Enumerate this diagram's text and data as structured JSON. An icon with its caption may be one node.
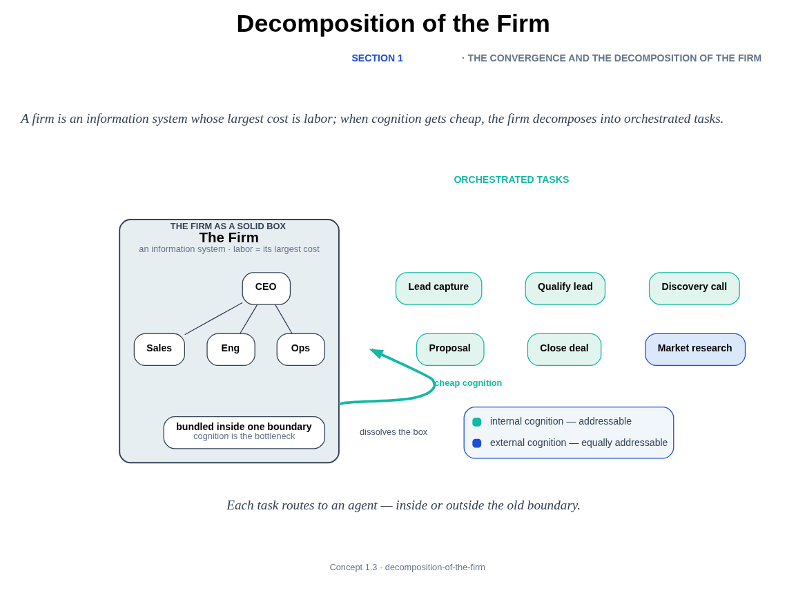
{
  "diagram": {
    "title": "Decomposition of the Firm",
    "caption": "Each task routes to an agent — inside or outside the old boundary.",
    "nodes": [
      {
        "text": [
          "THE FIRM AS A SOLID BOX",
          "The Firm",
          "an information system · labor = its largest cost"
        ]
      },
      {
        "text": [
          "CEO"
        ],
        "in": 0
      },
      {
        "text": [
          "Sales"
        ],
        "in": 0
      },
      {
        "text": [
          "Eng"
        ],
        "in": 0
      },
      {
        "text": [
          "Ops"
        ],
        "in": 0
      },
      {
        "text": [
          "bundled inside one boundary",
          "cognition is the bottleneck"
        ],
        "in": 0
      },
      {
        "text": [
          "Lead capture"
        ]
      },
      {
        "text": [
          "Qualify lead"
        ]
      },
      {
        "text": [
          "Discovery call"
        ]
      },
      {
        "text": [
          "Proposal"
        ]
      },
      {
        "text": [
          "Close deal"
        ]
      },
      {
        "text": [
          "Market research"
        ]
      }
    ],
    "edges": [
      {
        "from": 1,
        "to": 2,
        "arrow": "none"
      },
      {
        "from": 1,
        "to": 3,
        "arrow": "none"
      },
      {
        "from": 1,
        "to": 4,
        "arrow": "none"
      },
      {
        "from": 0,
        "to": null,
        "arrow": "to",
        "label": "cheap cognition",
        "style": "thick",
        "color": "#14b8a6"
      }
    ],
    "labels": [
      "SECTION 1",
      "· THE CONVERGENCE AND THE DECOMPOSITION OF THE FIRM",
      "A firm is an information system whose largest cost is labor; when cognition gets cheap, the firm decomposes into orchestrated tasks.",
      "ORCHESTRATED TASKS",
      "dissolves the box",
      "Concept 1.3 · decomposition-of-the-firm"
    ],
    "legend": [
      {
        "text": "internal cognition — addressable",
        "color": "#14b8a6"
      },
      {
        "text": "external cognition — equally addressable",
        "color": "#1d4ed8"
      }
    ]
  }
}
